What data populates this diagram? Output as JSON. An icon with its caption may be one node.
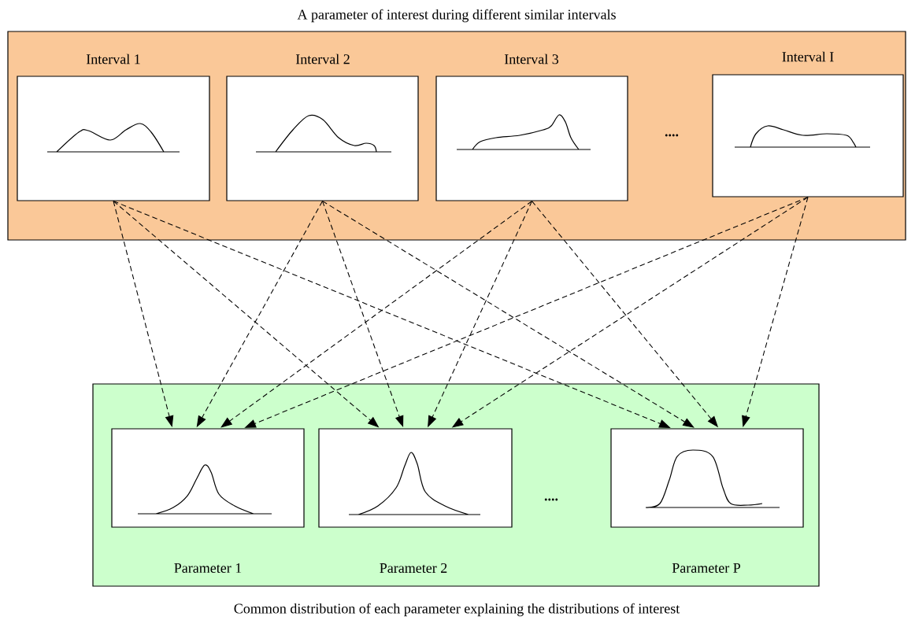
{
  "diagram": {
    "nodes": [
      {
        "text": [
          "A parameter of interest during different similar intervals"
        ]
      },
      {
        "text": [
          "Interval 1"
        ],
        "in": 0
      },
      {
        "text": [
          "Interval 2"
        ],
        "in": 0
      },
      {
        "text": [
          "Interval 3"
        ],
        "in": 0
      },
      {
        "text": [
          "Interval I"
        ],
        "in": 0
      },
      {
        "text": [
          "Common distribution of each parameter explaining the distributions of interest"
        ]
      },
      {
        "text": [
          "Parameter 1"
        ],
        "in": 5
      },
      {
        "text": [
          "Parameter 2"
        ],
        "in": 5
      },
      {
        "text": [
          "Parameter P"
        ],
        "in": 5
      }
    ],
    "edges": [
      {
        "from": 1,
        "to": 6,
        "arrow": "to",
        "style": "dashed"
      },
      {
        "from": 1,
        "to": 7,
        "arrow": "to",
        "style": "dashed"
      },
      {
        "from": 1,
        "to": 8,
        "arrow": "to",
        "style": "dashed"
      },
      {
        "from": 2,
        "to": 6,
        "arrow": "to",
        "style": "dashed"
      },
      {
        "from": 2,
        "to": 7,
        "arrow": "to",
        "style": "dashed"
      },
      {
        "from": 2,
        "to": 8,
        "arrow": "to",
        "style": "dashed"
      },
      {
        "from": 3,
        "to": 6,
        "arrow": "to",
        "style": "dashed"
      },
      {
        "from": 3,
        "to": 7,
        "arrow": "to",
        "style": "dashed"
      },
      {
        "from": 3,
        "to": 8,
        "arrow": "to",
        "style": "dashed"
      },
      {
        "from": 4,
        "to": 6,
        "arrow": "to",
        "style": "dashed"
      },
      {
        "from": 4,
        "to": 7,
        "arrow": "to",
        "style": "dashed"
      },
      {
        "from": 4,
        "to": 8,
        "arrow": "to",
        "style": "dashed"
      }
    ],
    "labels": [
      "....",
      "...."
    ]
  }
}
